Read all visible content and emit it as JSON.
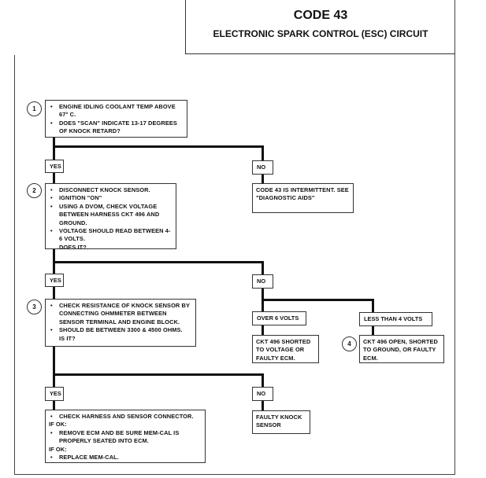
{
  "title": {
    "code": "CODE 43",
    "subtitle": "ELECTRONIC SPARK CONTROL (ESC) CIRCUIT"
  },
  "steps": [
    {
      "number": "1",
      "lines": [
        {
          "bullet": true,
          "text": "ENGINE IDLING COOLANT TEMP ABOVE 67° C."
        },
        {
          "bullet": true,
          "text": "DOES \"SCAN\" INDICATE 13-17 DEGREES OF KNOCK RETARD?"
        }
      ]
    },
    {
      "number": "2",
      "lines": [
        {
          "bullet": true,
          "text": "DISCONNECT KNOCK SENSOR."
        },
        {
          "bullet": true,
          "text": "IGNITION \"ON\""
        },
        {
          "bullet": true,
          "text": "USING A DVOM, CHECK VOLTAGE BETWEEN HARNESS CKT 496 AND GROUND."
        },
        {
          "bullet": true,
          "text": "VOLTAGE SHOULD READ BETWEEN 4-6 VOLTS."
        },
        {
          "bullet": false,
          "text": "DOES IT?"
        }
      ]
    },
    {
      "number": "3",
      "lines": [
        {
          "bullet": true,
          "text": "CHECK RESISTANCE OF KNOCK SENSOR BY CONNECTING OHMMETER BETWEEN SENSOR TERMINAL AND ENGINE BLOCK."
        },
        {
          "bullet": true,
          "text": "SHOULD BE BETWEEN 3300 & 4500 OHMS."
        },
        {
          "bullet": false,
          "text": "IS IT?"
        }
      ]
    },
    {
      "number": "4",
      "text": "CKT 496 OPEN, SHORTED TO GROUND, OR FAULTY ECM."
    }
  ],
  "labels": {
    "yes": "YES",
    "no": "NO",
    "over6": "OVER 6 VOLTS",
    "less4": "LESS THAN 4 VOLTS"
  },
  "results": {
    "intermittent": "CODE 43 IS INTERMITTENT. SEE \"DIAGNOSTIC AIDS\"",
    "shorted_voltage": "CKT 496 SHORTED TO VOLTAGE OR FAULTY ECM.",
    "faulty_sensor": "FAULTY KNOCK SENSOR",
    "final": [
      {
        "bullet": true,
        "text": "CHECK HARNESS AND SENSOR CONNECTOR."
      },
      {
        "bullet": false,
        "text": "IF OK:"
      },
      {
        "bullet": true,
        "text": "REMOVE ECM AND BE SURE MEM-CAL IS PROPERLY SEATED INTO ECM."
      },
      {
        "bullet": false,
        "text": "IF OK:"
      },
      {
        "bullet": true,
        "text": "REPLACE MEM-CAL."
      }
    ]
  }
}
